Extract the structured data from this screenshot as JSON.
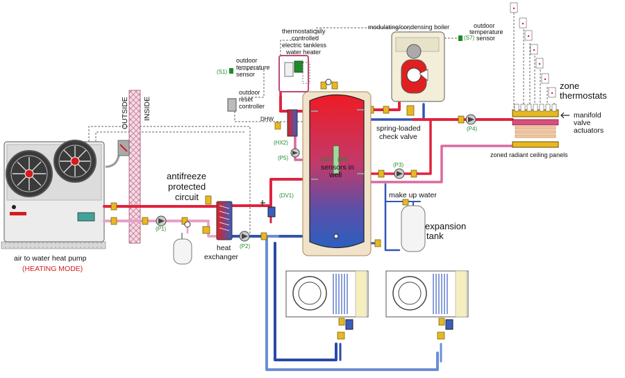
{
  "labels": {
    "outside": "OUTSIDE",
    "inside": "INSIDE",
    "heat_pump_line1": "air to water heat pump",
    "heat_pump_line2": "(HEATING MODE)",
    "antifreeze_1": "antifreeze",
    "antifreeze_2": "protected",
    "antifreeze_3": "circuit",
    "heat_exchanger_1": "heat",
    "heat_exchanger_2": "exchanger",
    "expansion_1": "expansion",
    "expansion_2": "tank",
    "make_up_water": "make up water",
    "spring_check_1": "spring-loaded",
    "spring_check_2": "check valve",
    "sensors_1": "sensors in",
    "sensors_2": "well",
    "tankless_1": "thermostatically",
    "tankless_2": "controlled",
    "tankless_3": "electric tankless",
    "tankless_4": "water heater",
    "outdoor_sensor_1": "outdoor",
    "outdoor_sensor_2": "temperature",
    "outdoor_sensor_3": "sensor",
    "reset_1": "outdoor",
    "reset_2": "reset",
    "reset_3": "controller",
    "dhw": "DHW",
    "boiler": "modulating/condensing boiler",
    "boiler_sensor_1": "outdoor",
    "boiler_sensor_2": "temperature",
    "boiler_sensor_3": "sensor",
    "zone_thermostats_1": "zone",
    "zone_thermostats_2": "thermostats",
    "manifold_1": "manifold",
    "manifold_2": "valve",
    "manifold_3": "actuators",
    "panels": "zoned radiant ceiling panels"
  },
  "tags": {
    "s1": "(S1)",
    "s2": "(S2)",
    "s4": "(S4)",
    "s7": "(S7)",
    "hx2": "(HX2)",
    "p1": "(P1)",
    "p2": "(P2)",
    "p3": "(P3)",
    "p4": "(P4)",
    "p5": "(P5)",
    "dv1": "(DV1)"
  },
  "colors": {
    "hot_pipe": "#e0233f",
    "warm_pipe": "#d86aa0",
    "cold_pipe": "#3355b0",
    "glycol_pipe": "#e8a0c8",
    "tag_green": "#1f8a2a",
    "brass": "#e8b822"
  }
}
